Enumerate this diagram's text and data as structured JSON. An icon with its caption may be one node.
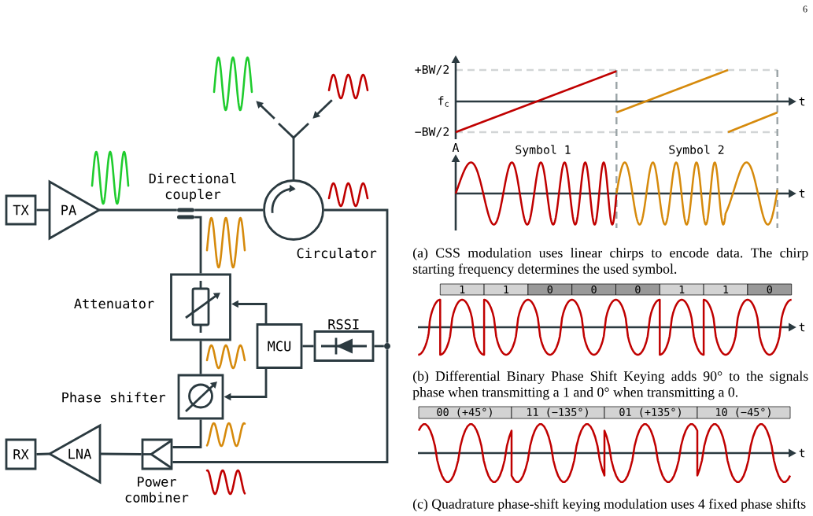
{
  "diagram": {
    "nodes": [
      {
        "text": [],
        "shape": "wave"
      },
      {
        "text": [],
        "shape": "wave"
      },
      {
        "text": [],
        "shape": "antenna"
      },
      {
        "text": [
          "TX"
        ]
      },
      {
        "text": [
          "PA"
        ]
      },
      {
        "text": [
          "Directional coupler"
        ]
      },
      {
        "text": [
          "Circulator"
        ]
      },
      {
        "text": [
          "Attenuator"
        ]
      },
      {
        "text": [
          "MCU"
        ]
      },
      {
        "text": [
          "RSSI"
        ]
      },
      {
        "text": [],
        "shape": "dot"
      },
      {
        "text": [
          "Phase shifter"
        ]
      },
      {
        "text": [
          "RX"
        ]
      },
      {
        "text": [
          "LNA"
        ]
      },
      {
        "text": [
          "Power combiner"
        ]
      }
    ],
    "edges": [
      {
        "from": 3,
        "to": 4,
        "arrow": "none"
      },
      {
        "from": 4,
        "to": 5,
        "arrow": "none"
      },
      {
        "from": 5,
        "to": 6,
        "arrow": "none"
      },
      {
        "from": 6,
        "to": 2,
        "arrow": "none"
      },
      {
        "from": 2,
        "to": 0,
        "arrow": "to"
      },
      {
        "from": 1,
        "to": 2,
        "arrow": "to"
      },
      {
        "from": 6,
        "to": 10,
        "arrow": "none"
      },
      {
        "from": 5,
        "to": 7,
        "arrow": "none"
      },
      {
        "from": 7,
        "to": 11,
        "arrow": "none"
      },
      {
        "from": 11,
        "to": 14,
        "arrow": "none"
      },
      {
        "from": 10,
        "to": 14,
        "arrow": "none"
      },
      {
        "from": 10,
        "to": 9,
        "arrow": "none"
      },
      {
        "from": 9,
        "to": 8,
        "arrow": "none"
      },
      {
        "from": 8,
        "to": 7,
        "arrow": "to"
      },
      {
        "from": 8,
        "to": 11,
        "arrow": "to"
      },
      {
        "from": 14,
        "to": 13,
        "arrow": "none"
      },
      {
        "from": 13,
        "to": 12,
        "arrow": "none"
      }
    ],
    "labels": [
      "6",
      "+BW/2",
      "f$_{c}$",
      "t",
      "−BW/2",
      "A",
      "Symbol 1",
      "Symbol 2",
      "t",
      "(a) CSS modulation uses linear chirps to encode data. The chirp starting frequency determines the used symbol.",
      "1",
      "1",
      "0",
      "0",
      "0",
      "1",
      "1",
      "0",
      "t",
      "(b) Differential Binary Phase Shift Keying adds 90° to the signals phase when transmitting a 1 and 0° when transmitting a 0.",
      "00 (+45°)",
      "11 (−135°)",
      "01 (+135°)",
      "10 (−45°)",
      "t",
      "(c) Quadrature phase-shift keying modulation uses 4 fixed phase shifts"
    ]
  }
}
